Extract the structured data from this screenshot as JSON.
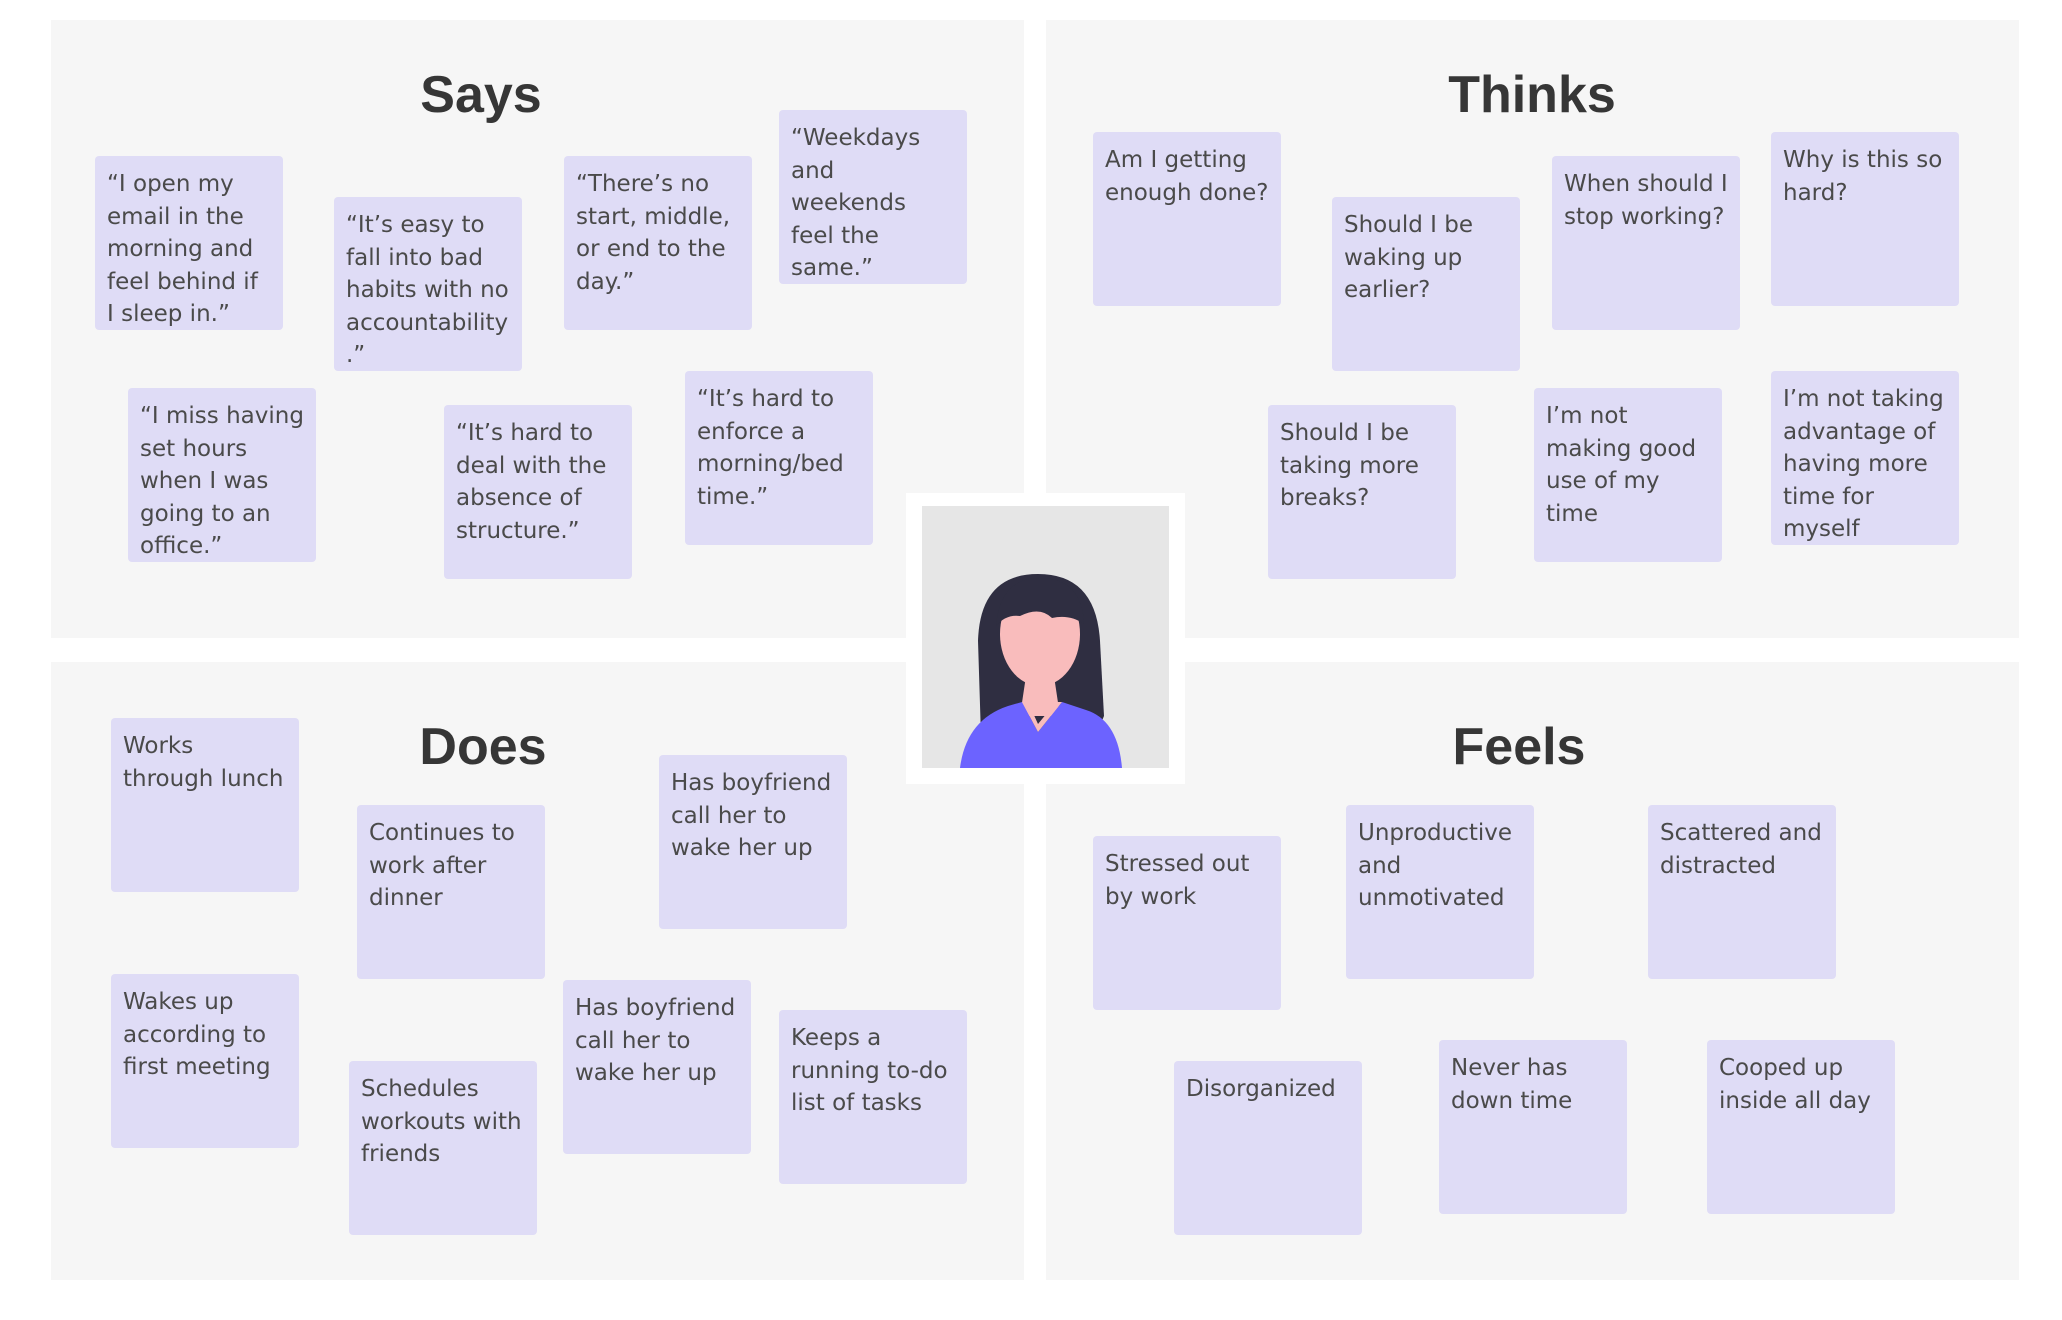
{
  "quadrants": {
    "says": {
      "title": "Says",
      "notes": [
        "“I open my email in the morning and feel behind if I sleep in.”",
        "“It’s easy to fall into bad habits with no accountability.”",
        "“There’s no start, middle, or end to the day.”",
        "“Weekdays and weekends feel the same.”",
        "“I miss having set hours when I was going to an office.”",
        "“It’s hard to deal with the absence of structure.”",
        "“It’s hard to enforce a morning/bed time.”"
      ]
    },
    "thinks": {
      "title": "Thinks",
      "notes": [
        "Am I getting enough done?",
        "Should I be waking up earlier?",
        "When should I stop working?",
        "Why is this so hard?",
        "Should I be taking more breaks?",
        "I’m not making good use of my time",
        "I’m not taking advantage of having more time for myself"
      ]
    },
    "does": {
      "title": "Does",
      "notes": [
        "Works through lunch",
        "Continues to work after dinner",
        "Has boyfriend call her to wake her up",
        "Wakes up according to first meeting",
        "Schedules workouts with friends",
        "Has boyfriend call her to wake her up",
        "Keeps a running to-do list of tasks"
      ]
    },
    "feels": {
      "title": "Feels",
      "notes": [
        "Stressed out by work",
        "Unproductive and unmotivated",
        "Scattered and distracted",
        "Disorganized",
        "Never has down time",
        "Cooped up inside all day"
      ]
    }
  },
  "colors": {
    "quadrant_bg": "#f6f6f6",
    "note_bg": "#dfdcf6",
    "title": "#363636",
    "note_text": "#4a4a4a",
    "persona_hair": "#2f2e41",
    "persona_skin": "#f9bcbc",
    "persona_shirt": "#6c63ff"
  },
  "persona": {
    "icon": "person-avatar-illustration"
  }
}
